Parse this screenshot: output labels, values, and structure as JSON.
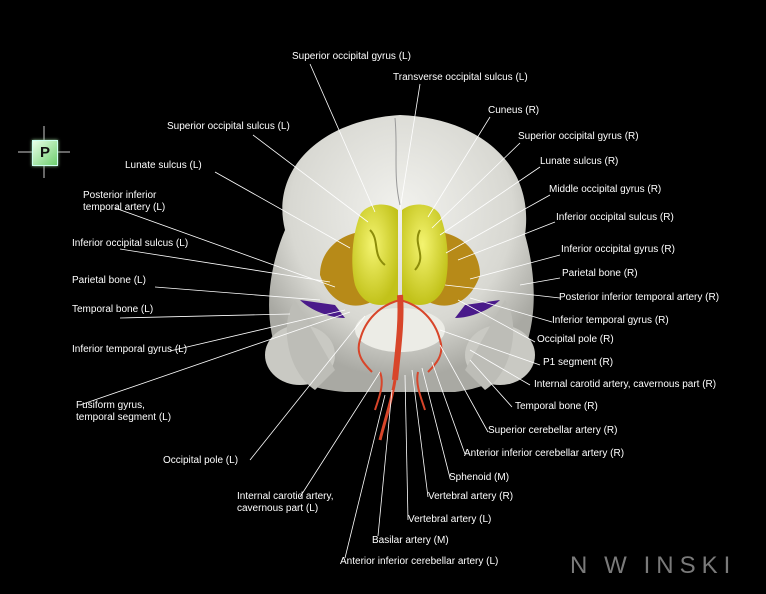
{
  "orientation": {
    "letter": "P"
  },
  "brand": {
    "text": "N W INSKI"
  },
  "labels_left": [
    "Superior occipital gyrus (L)",
    "Superior occipital sulcus (L)",
    "Lunate sulcus (L)",
    "Posterior inferior\ntemporal artery (L)",
    "Inferior occipital sulcus (L)",
    "Parietal bone (L)",
    "Temporal bone (L)",
    "Inferior temporal gyrus (L)",
    "Fusiform gyrus,\ntemporal segment (L)",
    "Occipital pole (L)",
    "Internal carotid artery,\ncavernous part (L)",
    "Basilar artery (M)",
    "Anterior inferior cerebellar artery (L)"
  ],
  "labels_right": [
    "Transverse occipital sulcus (L)",
    "Cuneus (R)",
    "Superior occipital gyrus (R)",
    "Lunate sulcus (R)",
    "Middle occipital gyrus (R)",
    "Inferior occipital sulcus (R)",
    "Inferior occipital gyrus (R)",
    "Parietal bone (R)",
    "Posterior inferior temporal artery (R)",
    "Inferior temporal gyrus (R)",
    "Occipital pole (R)",
    "P1 segment (R)",
    "Internal carotid artery, cavernous part (R)",
    "Temporal bone (R)",
    "Superior cerebellar artery (R)",
    "Anterior inferior cerebellar artery (R)",
    "Sphenoid (M)",
    "Vertebral artery (R)",
    "Vertebral artery (L)"
  ]
}
